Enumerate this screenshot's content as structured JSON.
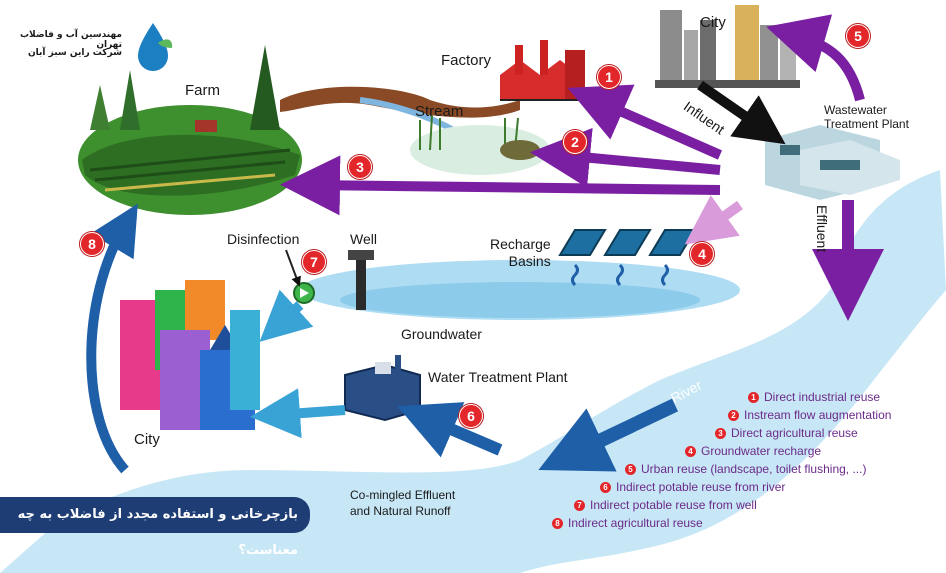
{
  "logo": {
    "line1": "مهندسین آب و فاضلاب تهران",
    "line2": "شرکت راین سبز آبان"
  },
  "labels": {
    "farm": "Farm",
    "factory": "Factory",
    "stream": "Stream",
    "city_top": "City",
    "influent": "Influent",
    "wwtp": "Wastewater\nTreatment Plant",
    "effluent": "Effluent",
    "recharge": "Recharge\nBasins",
    "disinfection": "Disinfection",
    "well": "Well",
    "groundwater": "Groundwater",
    "wtp": "Water Treatment Plant",
    "river": "River",
    "city_bottom": "City",
    "runoff": "Co-mingled Effluent\nand Natural Runoff"
  },
  "badges": [
    "1",
    "2",
    "3",
    "4",
    "5",
    "6",
    "7",
    "8"
  ],
  "legend": [
    {
      "num": "1",
      "text": "Direct industrial reuse"
    },
    {
      "num": "2",
      "text": "Instream flow augmentation"
    },
    {
      "num": "3",
      "text": "Direct agricultural reuse"
    },
    {
      "num": "4",
      "text": "Groundwater recharge"
    },
    {
      "num": "5",
      "text": "Urban reuse (landscape, toilet flushing, ...)"
    },
    {
      "num": "6",
      "text": "Indirect potable reuse from river"
    },
    {
      "num": "7",
      "text": "Indirect potable reuse from well"
    },
    {
      "num": "8",
      "text": "Indirect agricultural reuse"
    }
  ],
  "banner": "بازچرخانی و استفاده مجدد از فاضلاب به چه معناست؟",
  "colors": {
    "purple_arrow": "#7a1fa2",
    "blue_arrow": "#1e5fa8",
    "badge_red": "#e3262a",
    "water": "#bfe3f5",
    "banner_bg": "#1f3d75"
  }
}
